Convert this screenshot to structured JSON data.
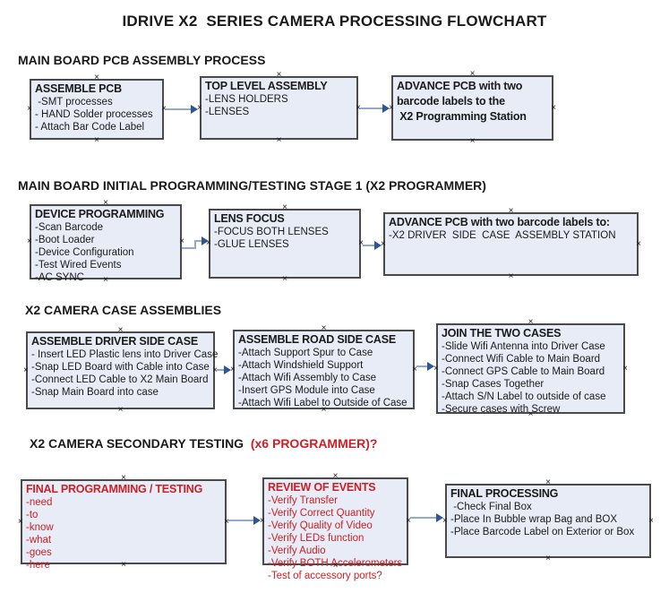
{
  "title": "IDRIVE X2  SERIES CAMERA PROCESSING FLOWCHART",
  "icons": {
    "connection_handle": "×"
  },
  "colors": {
    "box_fill": "#e7ecf6",
    "box_border": "#4a4a4a",
    "arrow_line": "#94a9c7",
    "arrow_head": "#2e5693",
    "accent_red": "#cb2026",
    "text": "#1a1a1a"
  },
  "sections": [
    {
      "heading": "MAIN BOARD PCB ASSEMBLY PROCESS"
    },
    {
      "heading": "MAIN BOARD INITIAL PROGRAMMING/TESTING STAGE 1 (X2 PROGRAMMER)"
    },
    {
      "heading": "X2 CAMERA CASE ASSEMBLIES"
    },
    {
      "heading": "X2 CAMERA SECONDARY TESTING  ",
      "heading_highlight": "(x6 PROGRAMMER)?"
    }
  ],
  "boxes": [
    {
      "id": "assemble-pcb",
      "title": "ASSEMBLE PCB",
      "lines": [
        " -SMT processes",
        "- HAND Solder processes",
        "- Attach Bar Code Label"
      ]
    },
    {
      "id": "top-level-assembly",
      "title": "TOP LEVEL ASSEMBLY",
      "lines": [
        "-LENS HOLDERS",
        "-LENSES"
      ]
    },
    {
      "id": "advance-pcb-to-programming-station",
      "lines": [
        "ADVANCE PCB with two",
        "barcode labels to the",
        " X2 Programming Station"
      ]
    },
    {
      "id": "device-programming",
      "title": "DEVICE PROGRAMMING",
      "lines": [
        "-Scan Barcode",
        "-Boot Loader",
        "-Device Configuration",
        "-Test Wired Events",
        "-AC SYNC"
      ]
    },
    {
      "id": "lens-focus",
      "title": "LENS FOCUS",
      "lines": [
        "-FOCUS BOTH LENSES",
        "-GLUE LENSES"
      ]
    },
    {
      "id": "advance-pcb-to-driver-side-station",
      "title": "ADVANCE PCB with two barcode labels to:",
      "lines": [
        "-X2 DRIVER  SIDE  CASE  ASSEMBLY STATION"
      ]
    },
    {
      "id": "assemble-driver-side-case",
      "title": "ASSEMBLE DRIVER SIDE CASE",
      "lines": [
        "- Insert LED Plastic lens into Driver Case",
        "-Snap LED Board with Cable into Case",
        "-Connect LED Cable to X2 Main Board",
        "-Snap Main Board into case"
      ]
    },
    {
      "id": "assemble-road-side-case",
      "title": "ASSEMBLE ROAD SIDE CASE",
      "lines": [
        "-Attach Support Spur to Case",
        "-Attach Windshield Support",
        "-Attach Wifi Assembly to Case",
        "-Insert GPS Module into Case",
        "-Attach Wifi Label to Outside of Case"
      ]
    },
    {
      "id": "join-the-two-cases",
      "title": "JOIN THE TWO CASES",
      "lines": [
        "-Slide Wifi Antenna into Driver Case",
        "-Connect Wifi Cable to Main Board",
        "-Connect GPS Cable to Main Board",
        "-Snap Cases Together",
        "-Attach S/N Label to outside of case",
        "-Secure cases with Screw"
      ]
    },
    {
      "id": "final-programming-testing",
      "title": "FINAL PROGRAMMING / TESTING",
      "lines": [
        "-need",
        "-to",
        "-know",
        "-what",
        "-goes",
        "-here"
      ]
    },
    {
      "id": "review-of-events",
      "title": "REVIEW OF EVENTS",
      "lines": [
        "-Verify Transfer",
        "-Verify Correct Quantity",
        "-Verify Quality of Video",
        "-Verify LEDs function",
        "-Verify Audio",
        "-Verify BOTH Accelerometers",
        "-Test of accessory ports?"
      ]
    },
    {
      "id": "final-processing",
      "title": "FINAL PROCESSING",
      "lines": [
        " -Check Final Box",
        "-Place In Bubble wrap Bag and BOX",
        "-Place Barcode Label on Exterior or Box"
      ]
    }
  ]
}
